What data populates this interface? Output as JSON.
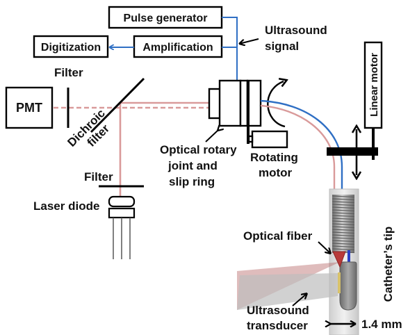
{
  "colors": {
    "ultrasound_wire": "#2f6fc4",
    "optical_path": "#d99a9a",
    "optical_fiber_tip": "#b83a3a",
    "transducer_face": "#d8c26a",
    "catheter_body": "#e4e4e4",
    "spring_coil": "#8c8c8c",
    "line": "#000000"
  },
  "boxes": {
    "pulse_generator": "Pulse generator",
    "amplification": "Amplification",
    "digitization": "Digitization",
    "pmt": "PMT",
    "linear_motor": "Linear motor"
  },
  "labels": {
    "ultrasound_signal_line1": "Ultrasound",
    "ultrasound_signal_line2": "signal",
    "filter_top": "Filter",
    "dichroic_line1": "Dichroic",
    "dichroic_line2": "filter",
    "filter_bottom": "Filter",
    "laser_diode": "Laser diode",
    "rotary_joint_line1": "Optical rotary",
    "rotary_joint_line2": "joint and",
    "rotary_joint_line3": "slip ring",
    "rotating_motor_line1": "Rotating",
    "rotating_motor_line2": "motor",
    "optical_fiber": "Optical fiber",
    "catheter_tip": "Catheter’s tip",
    "ultrasound_transducer_line1": "Ultrasound",
    "ultrasound_transducer_line2": "transducer",
    "diameter": "1.4 mm"
  }
}
